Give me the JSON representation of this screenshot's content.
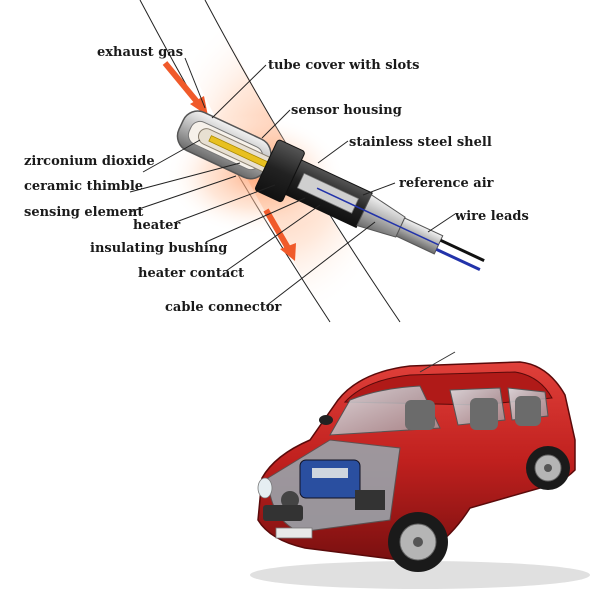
{
  "labels": {
    "exhaust_gas": "exhaust gas",
    "tube_cover": "tube cover with slots",
    "sensor_housing": "sensor housing",
    "stainless_shell": "stainless steel shell",
    "zirconium_dioxide": "zirconium dioxide",
    "ceramic_thimble": "ceramic thimble",
    "reference_air": "reference air",
    "sensing_element": "sensing element",
    "wire_leads": "wire leads",
    "heater": "heater",
    "insulating_bushing": "insulating bushing",
    "heater_contact": "heater contact",
    "cable_connector": "cable connector"
  },
  "colors": {
    "label_text": "#1a1a1a",
    "leader_line": "#222222",
    "exhaust_glow": "#ff9a66",
    "arrow": "#f05a2a",
    "car_body": "#c0201e",
    "heater_wire": "#e8c020",
    "lead_blue": "#2233aa"
  }
}
